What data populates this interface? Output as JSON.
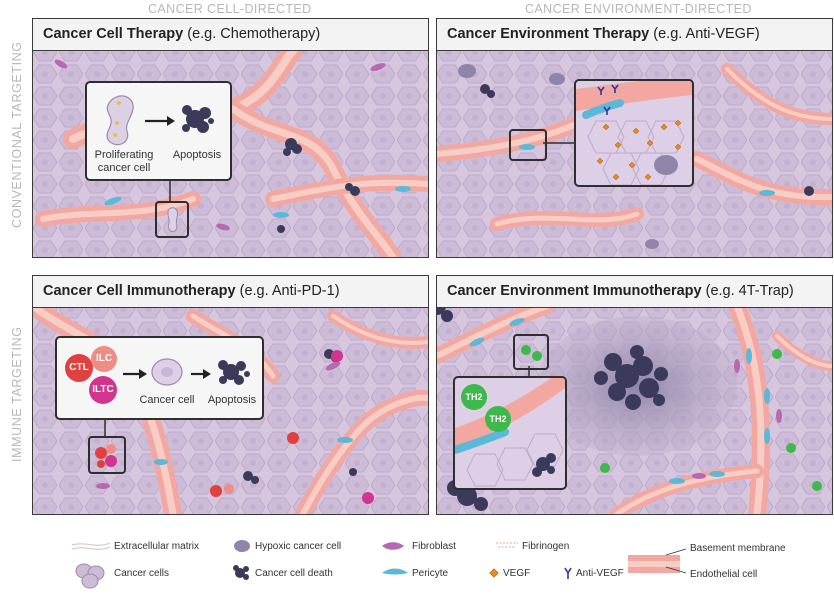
{
  "columns": {
    "left": "CANCER CELL-DIRECTED",
    "right": "CANCER ENVIRONMENT-DIRECTED"
  },
  "rows": {
    "top": "CONVENTIONAL TARGETING",
    "bottom": "IMMUNE TARGETING"
  },
  "panels": {
    "tl": {
      "title": "Cancer Cell Therapy",
      "example": "(e.g. Chemotherapy)",
      "label_left": "Proliferating cancer cell",
      "label_right": "Apoptosis"
    },
    "tr": {
      "title": "Cancer Environment Therapy",
      "example": "(e.g. Anti-VEGF)"
    },
    "bl": {
      "title": "Cancer Cell Immunotherapy",
      "example": "(e.g. Anti-PD-1)",
      "badges": [
        "CTL",
        "ILC",
        "ILTC"
      ],
      "label_mid": "Cancer cell",
      "label_right": "Apoptosis"
    },
    "br": {
      "title": "Cancer Environment Immunotherapy",
      "example": "(e.g. 4T-Trap)",
      "badges": [
        "TH2",
        "TH2"
      ]
    }
  },
  "legend": {
    "items": [
      "Extracellular matrix",
      "Cancer cells",
      "Hypoxic cancer cell",
      "Cancer cell death",
      "Fibroblast",
      "Pericyte",
      "Fibrinogen",
      "VEGF",
      "Anti-VEGF",
      "Basement membrane",
      "Endothelial cell"
    ]
  },
  "colors": {
    "tissue": "#d9cbe0",
    "vessel": "#f2a8a0",
    "vessel_core": "#f8cdc5",
    "pericyte": "#5ab8d8",
    "fibroblast": "#b868b0",
    "death": "#3b3a5a",
    "ctl": "#e0413f",
    "ilc": "#ee8c86",
    "iltc": "#d1358f",
    "th2": "#3db84a",
    "vegf": "#f08a20",
    "anti_vegf": "#2c3aa0"
  }
}
